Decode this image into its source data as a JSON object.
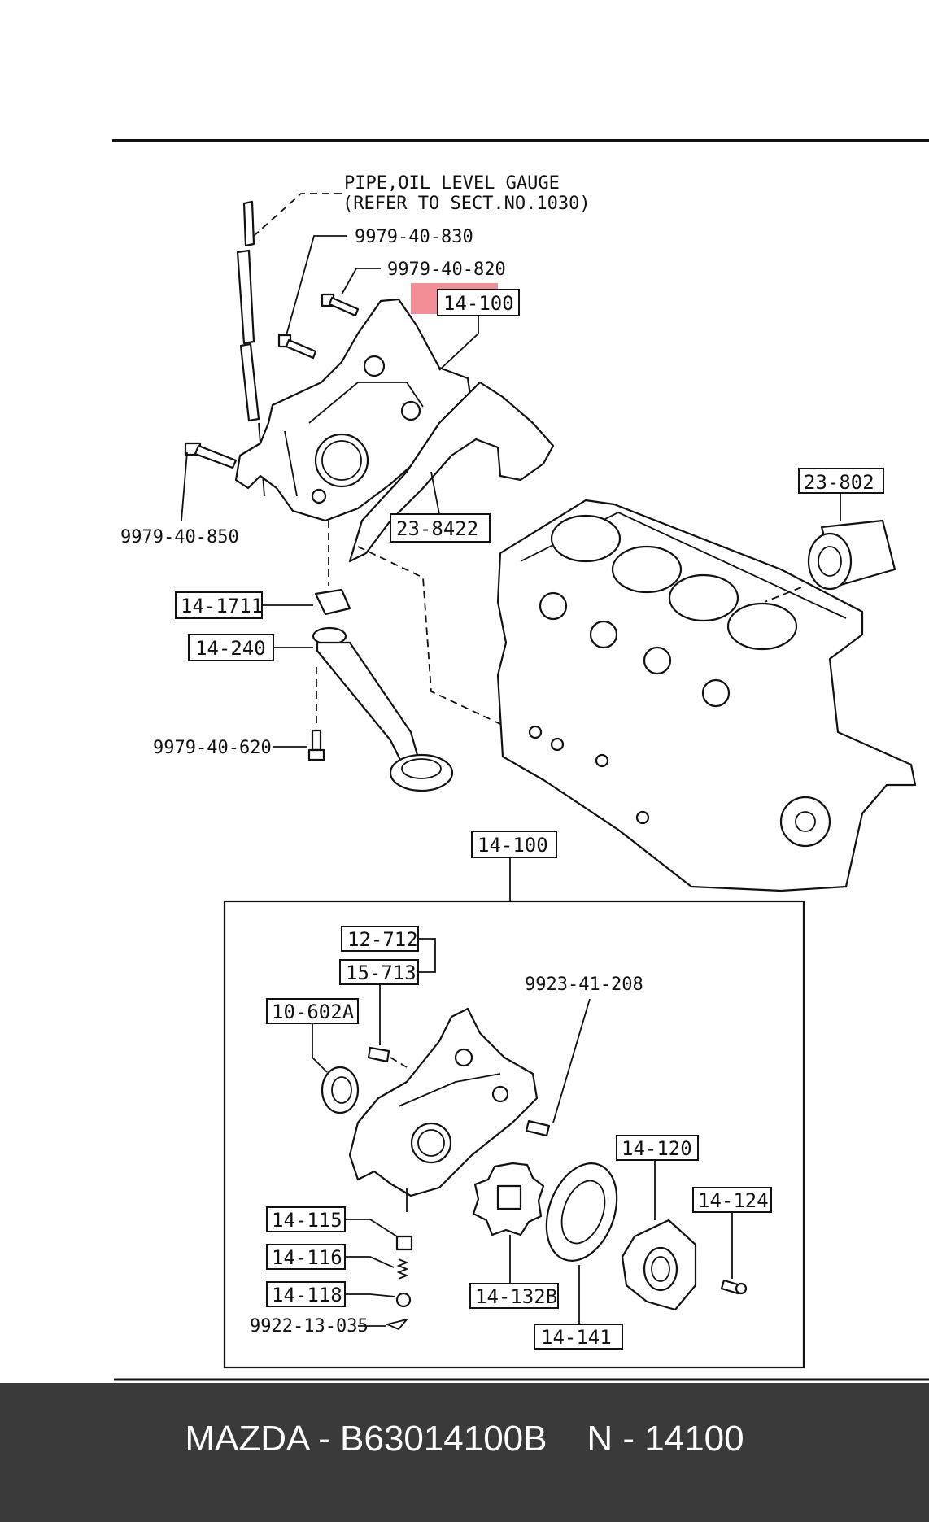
{
  "diagram": {
    "note_line1": "PIPE,OIL LEVEL GAUGE",
    "note_line2": "(REFER TO SECT.NO.1030)",
    "labels": {
      "bolt_830": "9979-40-830",
      "bolt_820": "9979-40-820",
      "pump_top": "14-100",
      "bolt_850": "9979-40-850",
      "gasket": "23-8422",
      "filter": "23-802",
      "gasket_1711": "14-1711",
      "strainer": "14-240",
      "bolt_620": "9979-40-620",
      "pump_main": "14-100",
      "part_12712": "12-712",
      "part_15713": "15-713",
      "seal": "10-602A",
      "pin_9923": "9923-41-208",
      "plug_14115": "14-115",
      "spring_14116": "14-116",
      "plunger_14118": "14-118",
      "cotter_9922": "9922-13-035",
      "cover_14120": "14-120",
      "screw_14124": "14-124",
      "inner_rotor": "14-132B",
      "outer_rotor": "14-141"
    },
    "highlight_color": "#f07a82"
  },
  "caption": {
    "text": "MAZDA - B63014100B    N - 14100",
    "background": "#3a3a3a",
    "color": "#ffffff"
  }
}
